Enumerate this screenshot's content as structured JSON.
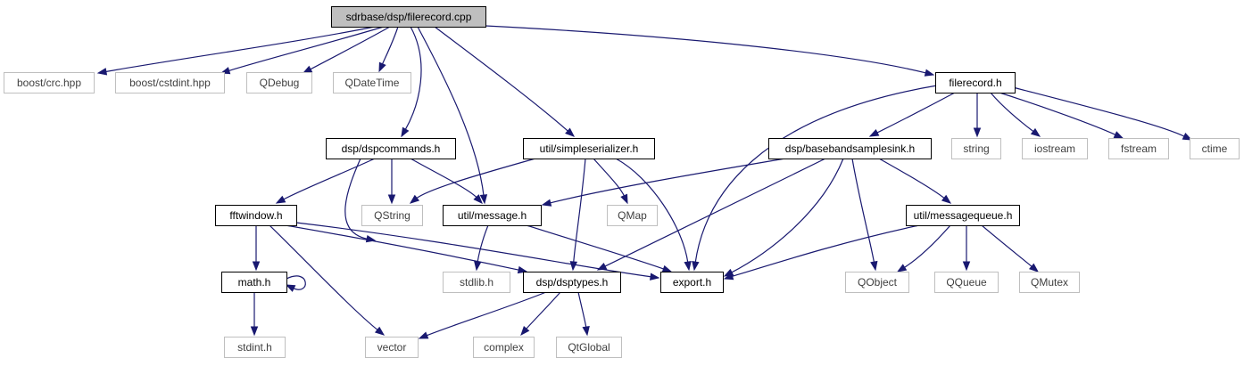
{
  "diagram": {
    "colors": {
      "edge": "#191970",
      "root_fill": "#bfbfbf",
      "local_border": "#000000",
      "system_border": "#bfbfbf"
    },
    "nodes": {
      "root": {
        "label": "sdrbase/dsp/filerecord.cpp",
        "kind": "root"
      },
      "crc": {
        "label": "boost/crc.hpp",
        "kind": "system"
      },
      "cstdint": {
        "label": "boost/cstdint.hpp",
        "kind": "system"
      },
      "qdebug": {
        "label": "QDebug",
        "kind": "system"
      },
      "qdatetime": {
        "label": "QDateTime",
        "kind": "system"
      },
      "filerecord": {
        "label": "filerecord.h",
        "kind": "local"
      },
      "dspcommands": {
        "label": "dsp/dspcommands.h",
        "kind": "local"
      },
      "simpleserializer": {
        "label": "util/simpleserializer.h",
        "kind": "local"
      },
      "basebandsamplesink": {
        "label": "dsp/basebandsamplesink.h",
        "kind": "local"
      },
      "string": {
        "label": "string",
        "kind": "system"
      },
      "iostream": {
        "label": "iostream",
        "kind": "system"
      },
      "fstream": {
        "label": "fstream",
        "kind": "system"
      },
      "ctime": {
        "label": "ctime",
        "kind": "system"
      },
      "fftwindow": {
        "label": "fftwindow.h",
        "kind": "local"
      },
      "qstring": {
        "label": "QString",
        "kind": "system"
      },
      "message": {
        "label": "util/message.h",
        "kind": "local"
      },
      "qmap": {
        "label": "QMap",
        "kind": "system"
      },
      "messagequeue": {
        "label": "util/messagequeue.h",
        "kind": "local"
      },
      "math": {
        "label": "math.h",
        "kind": "local"
      },
      "stdlib": {
        "label": "stdlib.h",
        "kind": "system"
      },
      "dsptypes": {
        "label": "dsp/dsptypes.h",
        "kind": "local"
      },
      "export": {
        "label": "export.h",
        "kind": "local"
      },
      "qobject": {
        "label": "QObject",
        "kind": "system"
      },
      "qqueue": {
        "label": "QQueue",
        "kind": "system"
      },
      "qmutex": {
        "label": "QMutex",
        "kind": "system"
      },
      "stdint": {
        "label": "stdint.h",
        "kind": "system"
      },
      "vector": {
        "label": "vector",
        "kind": "system"
      },
      "complex": {
        "label": "complex",
        "kind": "system"
      },
      "qtglobal": {
        "label": "QtGlobal",
        "kind": "system"
      }
    },
    "edges": [
      [
        "root",
        "crc"
      ],
      [
        "root",
        "cstdint"
      ],
      [
        "root",
        "qdebug"
      ],
      [
        "root",
        "qdatetime"
      ],
      [
        "root",
        "filerecord"
      ],
      [
        "root",
        "dspcommands"
      ],
      [
        "root",
        "simpleserializer"
      ],
      [
        "root",
        "message"
      ],
      [
        "filerecord",
        "basebandsamplesink"
      ],
      [
        "filerecord",
        "string"
      ],
      [
        "filerecord",
        "iostream"
      ],
      [
        "filerecord",
        "fstream"
      ],
      [
        "filerecord",
        "ctime"
      ],
      [
        "filerecord",
        "export"
      ],
      [
        "dspcommands",
        "fftwindow"
      ],
      [
        "dspcommands",
        "qstring"
      ],
      [
        "dspcommands",
        "message"
      ],
      [
        "dspcommands",
        "export"
      ],
      [
        "simpleserializer",
        "qstring"
      ],
      [
        "simpleserializer",
        "qmap"
      ],
      [
        "simpleserializer",
        "dsptypes"
      ],
      [
        "simpleserializer",
        "export"
      ],
      [
        "basebandsamplesink",
        "message"
      ],
      [
        "basebandsamplesink",
        "messagequeue"
      ],
      [
        "basebandsamplesink",
        "dsptypes"
      ],
      [
        "basebandsamplesink",
        "export"
      ],
      [
        "basebandsamplesink",
        "qobject"
      ],
      [
        "fftwindow",
        "math"
      ],
      [
        "fftwindow",
        "vector"
      ],
      [
        "fftwindow",
        "dsptypes"
      ],
      [
        "fftwindow",
        "export"
      ],
      [
        "message",
        "stdlib"
      ],
      [
        "message",
        "export"
      ],
      [
        "messagequeue",
        "export"
      ],
      [
        "messagequeue",
        "qobject"
      ],
      [
        "messagequeue",
        "qqueue"
      ],
      [
        "messagequeue",
        "qmutex"
      ],
      [
        "math",
        "math"
      ],
      [
        "math",
        "stdint"
      ],
      [
        "dsptypes",
        "vector"
      ],
      [
        "dsptypes",
        "complex"
      ],
      [
        "dsptypes",
        "qtglobal"
      ]
    ]
  }
}
